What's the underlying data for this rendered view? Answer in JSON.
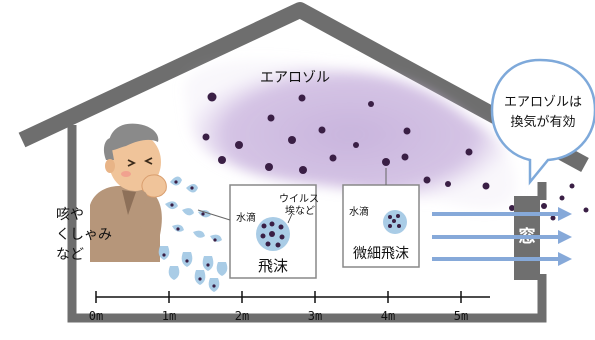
{
  "aerosol_label": "エアロゾル",
  "speech_bubble": {
    "line1": "エアロゾルは",
    "line2": "換気が有効"
  },
  "person_caption": [
    "咳や",
    "くしゃみ",
    "など"
  ],
  "droplet_box": {
    "water_label": "水滴",
    "virus_label_line1": "ウイルス",
    "virus_label_line2": "埃など",
    "title": "飛沫"
  },
  "micro_droplet_box": {
    "water_label": "水滴",
    "title": "微細飛沫"
  },
  "window_label": "窓",
  "distance_scale": {
    "unit": "m",
    "ticks": [
      "0m",
      "1m",
      "2m",
      "3m",
      "4m",
      "5m"
    ]
  },
  "colors": {
    "house_outline": "#6e6e6e",
    "aerosol_cloud": "#c6b1db",
    "particle": "#3a1f45",
    "droplet": "#a9cce6",
    "arrow": "#86a9d9",
    "bubble_border": "#7ea9da",
    "window_wall": "#6f6f6f",
    "shirt": "#b6967a",
    "skin": "#f0c49a"
  }
}
